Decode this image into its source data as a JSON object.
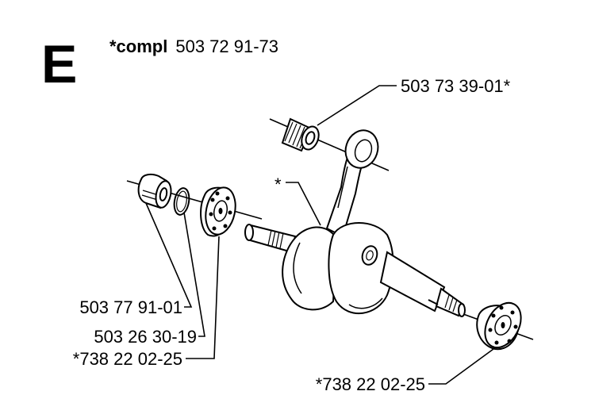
{
  "section_letter": "E",
  "header": {
    "compl_prefix": "*compl",
    "compl_number": "503 72 91-73"
  },
  "labels": {
    "needle_bearing": "503 73 39-01*",
    "crank_star": "*",
    "sleeve": "503 77 91-01",
    "oring": "503 26 30-19",
    "bearing_left": "*738 22 02-25",
    "bearing_right": "*738 22 02-25"
  }
}
